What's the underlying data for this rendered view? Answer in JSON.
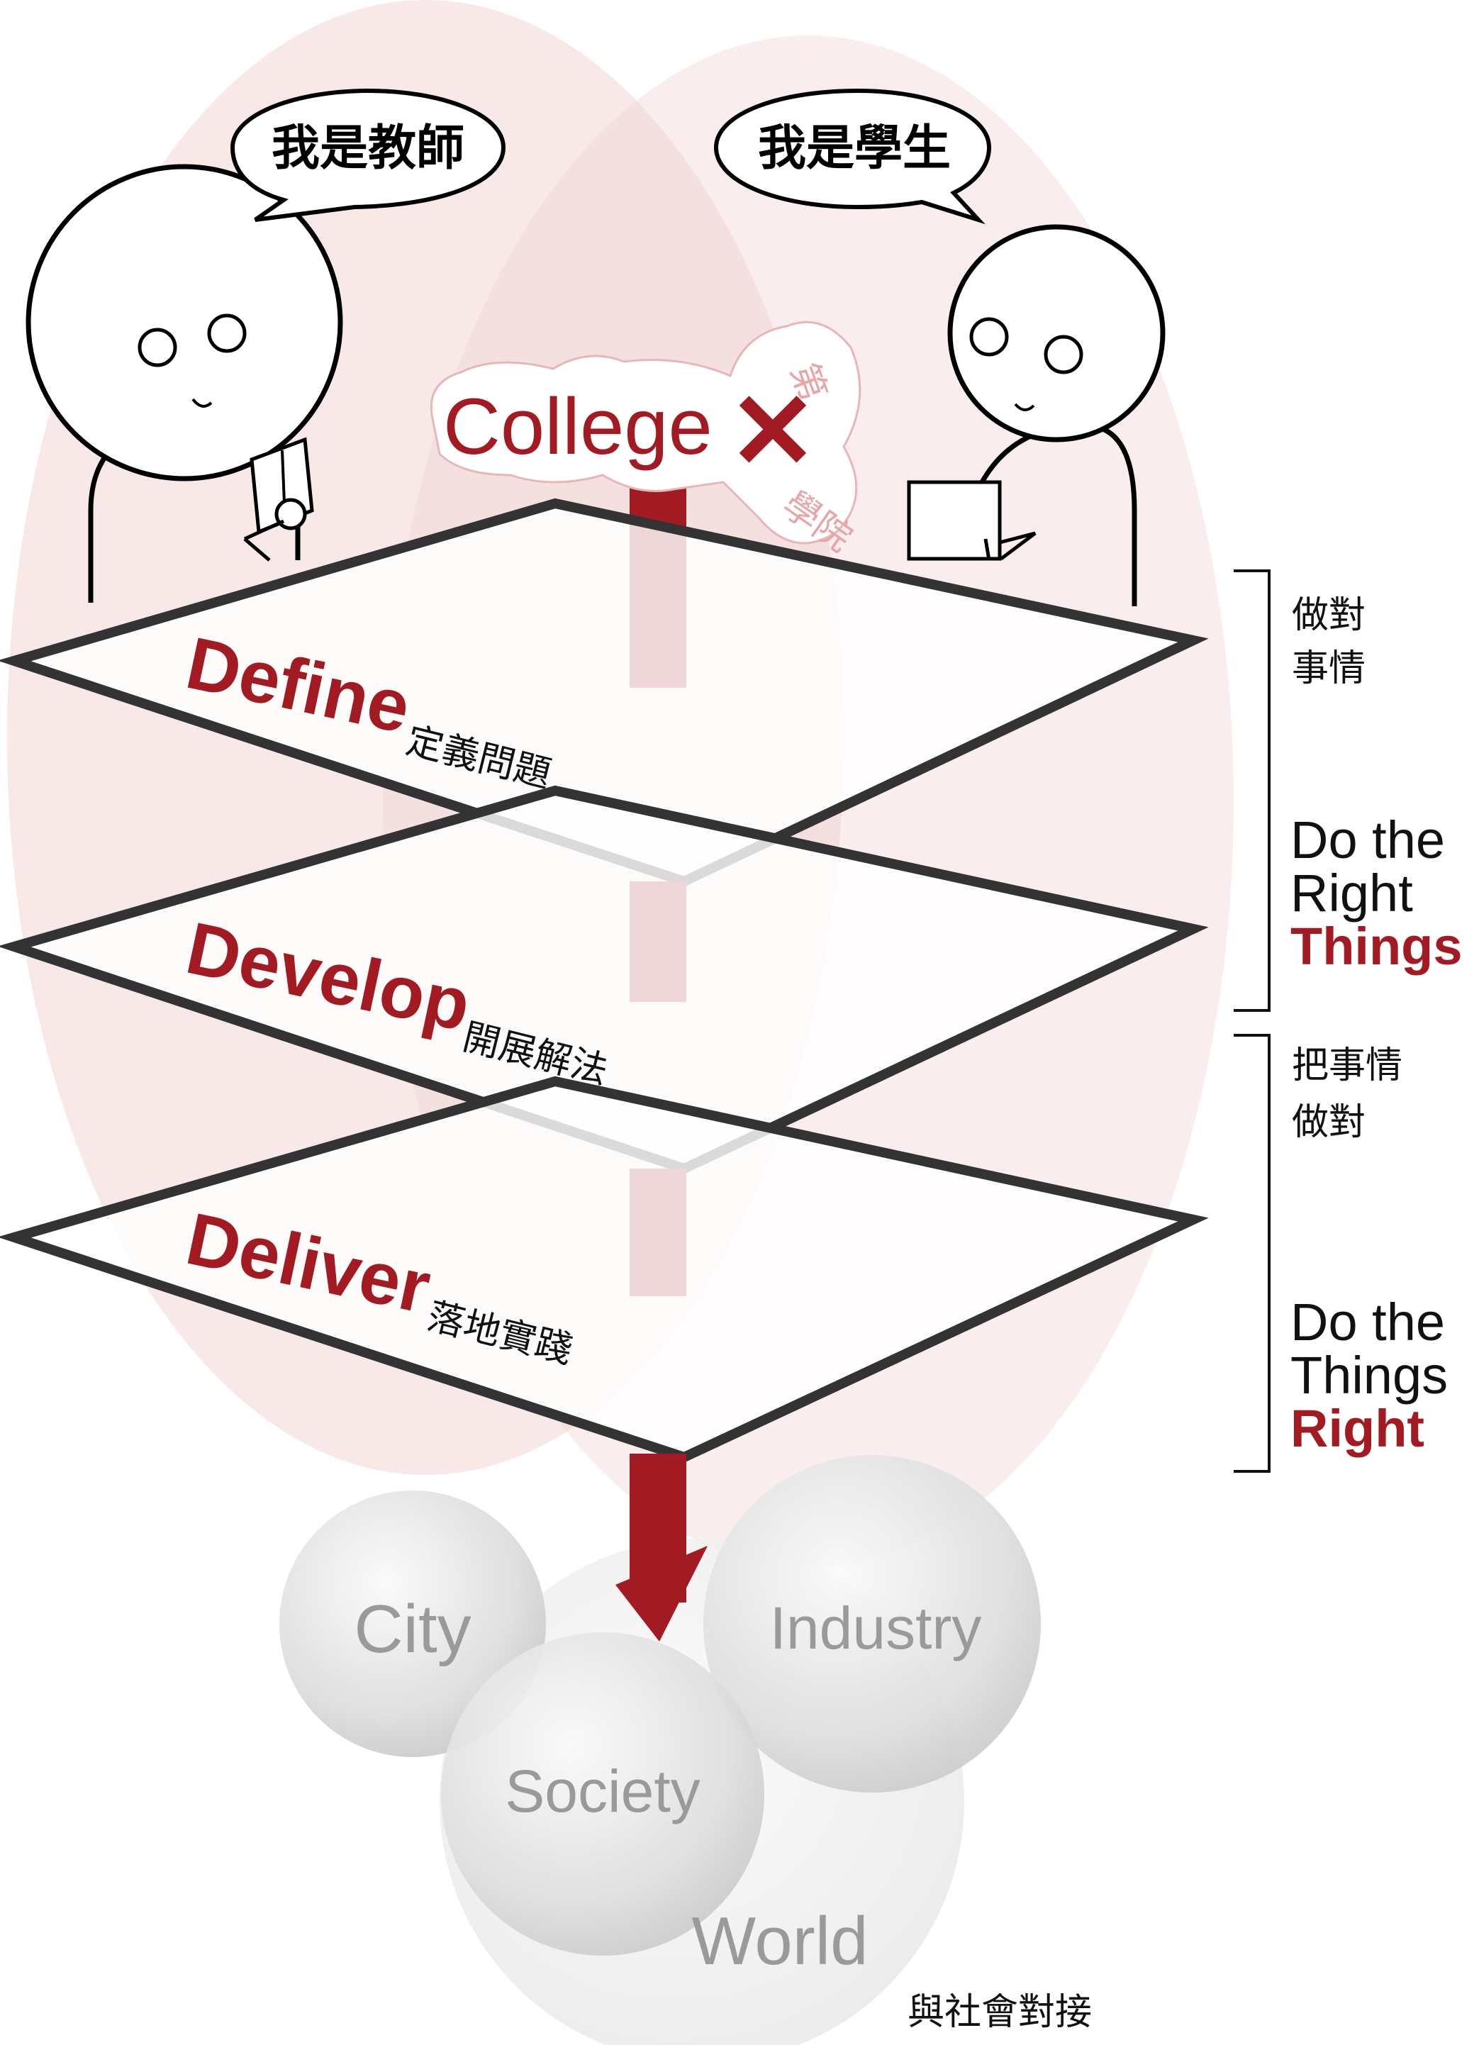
{
  "speech": {
    "teacher": "我是教師",
    "student": "我是學生"
  },
  "logo": {
    "word": "College",
    "mark": "✕",
    "cn_top": "第",
    "cn_bottom": "學院"
  },
  "layers": [
    {
      "en": "Define",
      "cn": "定義問題"
    },
    {
      "en": "Develop",
      "cn": "開展解法"
    },
    {
      "en": "Deliver",
      "cn": "落地實踐"
    }
  ],
  "right_panel": {
    "group1": {
      "cn_line1": "做對",
      "cn_line2": "事情",
      "en_line1": "Do the",
      "en_line2": "Right",
      "en_line3": "Things"
    },
    "group2": {
      "cn_line1": "把事情",
      "cn_line2": "做對",
      "en_line1": "Do the",
      "en_line2": "Things",
      "en_line3": "Right"
    }
  },
  "spheres": {
    "city": "City",
    "industry": "Industry",
    "society": "Society",
    "world": "World"
  },
  "footer": "與社會對接",
  "colors": {
    "accent": "#a31b22",
    "ellipse": "#f4dcdc",
    "sphere_text": "#9a9a9a"
  }
}
